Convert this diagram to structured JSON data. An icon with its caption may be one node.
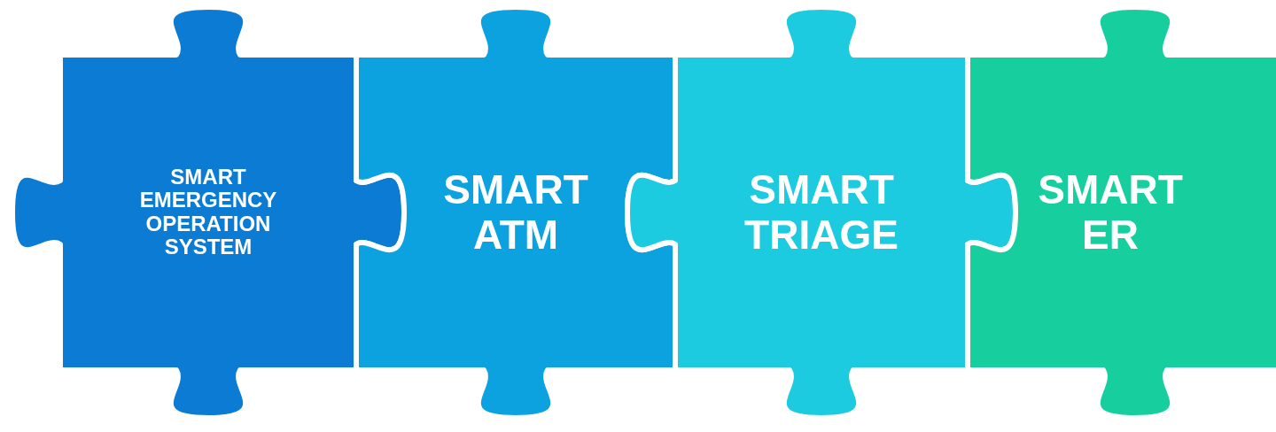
{
  "diagram": {
    "nodes": [
      {
        "text": [
          "SMART EMERGENCY OPERATION SYSTEM"
        ]
      },
      {
        "text": [
          "SMART ATM"
        ]
      },
      {
        "text": [
          "SMART TRIAGE"
        ]
      },
      {
        "text": [
          "SMART ER"
        ]
      }
    ]
  }
}
